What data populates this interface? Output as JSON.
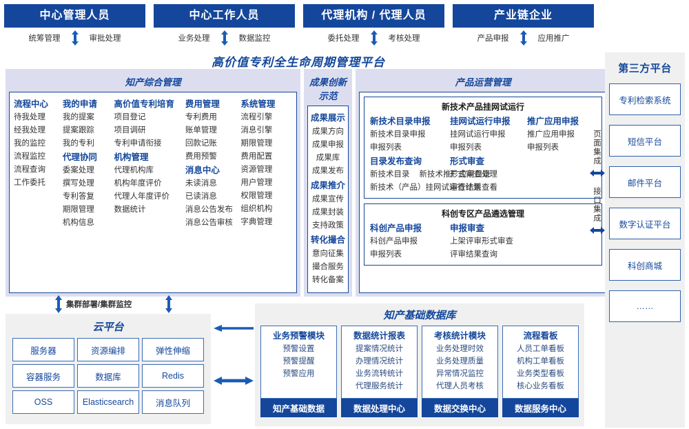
{
  "roles": [
    {
      "title": "中心管理人员",
      "left": "统筹管理",
      "right": "审批处理"
    },
    {
      "title": "中心工作人员",
      "left": "业务处理",
      "right": "数据监控"
    },
    {
      "title": "代理机构 / 代理人员",
      "left": "委托处理",
      "right": "考核处理"
    },
    {
      "title": "产业链企业",
      "left": "产品申报",
      "right": "应用推广"
    }
  ],
  "platform": {
    "title": "高价值专利全生命周期管理平台",
    "panels": {
      "ip_mgmt": {
        "title": "知产综合管理",
        "columns": [
          {
            "groups": [
              {
                "head": "流程中心",
                "items": [
                  "待我处理",
                  "经我处理",
                  "我的监控",
                  "流程监控",
                  "流程查询",
                  "工作委托"
                ]
              }
            ]
          },
          {
            "groups": [
              {
                "head": "我的申请",
                "items": [
                  "我的提案",
                  "提案跟踪",
                  "我的专利"
                ]
              },
              {
                "head": "代理协同",
                "items": [
                  "委案处理",
                  "撰写处理",
                  "专利答复",
                  "期限管理",
                  "机构信息"
                ]
              }
            ]
          },
          {
            "groups": [
              {
                "head": "高价值专利培育",
                "items": [
                  "项目登记",
                  "项目调研",
                  "专利申请衔接"
                ]
              },
              {
                "head": "机构管理",
                "items": [
                  "代理机构库",
                  "机构年度评价",
                  "代理人年度评价",
                  "数据统计"
                ]
              }
            ]
          },
          {
            "groups": [
              {
                "head": "费用管理",
                "items": [
                  "专利费用",
                  "账单管理",
                  "回款记账",
                  "费用预警"
                ]
              },
              {
                "head": "消息中心",
                "items": [
                  "未读消息",
                  "已读消息",
                  "消息公告发布",
                  "消息公告审核"
                ]
              }
            ]
          },
          {
            "groups": [
              {
                "head": "系统管理",
                "items": [
                  "流程引擎",
                  "消息引擎",
                  "期限管理",
                  "费用配置",
                  "资源管理",
                  "用户管理",
                  "权限管理",
                  "组织机构",
                  "字典管理"
                ]
              }
            ]
          }
        ]
      },
      "innovation": {
        "title": "成果创新示范",
        "groups": [
          {
            "head": "成果展示",
            "items": [
              "成果方向",
              "成果申报",
              "成果库",
              "成果发布"
            ]
          },
          {
            "head": "成果推介",
            "items": [
              "成果宣传",
              "成果封装",
              "支持政策"
            ]
          },
          {
            "head": "转化撮合",
            "items": [
              "意向征集",
              "撮合服务",
              "转化备案"
            ]
          }
        ]
      },
      "product_ops": {
        "title": "产品运营管理",
        "cards": [
          {
            "head": "新技术产品挂网试运行",
            "row1": [
              {
                "head": "新技术目录申报",
                "items": [
                  "新技术目录申报",
                  "申报列表"
                ]
              },
              {
                "head": "挂网试运行申报",
                "items": [
                  "挂网试运行申报",
                  "申报列表"
                ]
              },
              {
                "head": "推广应用申报",
                "items": [
                  "推广应用申报",
                  "申报列表"
                ]
              }
            ],
            "row2": [
              {
                "head": "目录发布查询",
                "inline": [
                  "新技术目录",
                  "新技术推广应用目录"
                ],
                "items": [
                  "新技术（产品）挂网试运行计划"
                ]
              },
              {
                "head": "形式审查",
                "items": [
                  "形式审查处理",
                  "审查结果查看"
                ]
              }
            ]
          },
          {
            "head": "科创专区产品遴选管理",
            "row1": [
              {
                "head": "科创产品申报",
                "items": [
                  "科创产品申报",
                  "申报列表"
                ]
              },
              {
                "head": "申报审查",
                "items": [
                  "上架评审形式审查",
                  "评审结果查询"
                ]
              }
            ]
          }
        ]
      }
    }
  },
  "integration": {
    "page": "页面集成",
    "api": "接口集成"
  },
  "third_party": {
    "title": "第三方平台",
    "items": [
      "专利检索系统",
      "短信平台",
      "邮件平台",
      "数字认证平台",
      "科创商城",
      "……"
    ]
  },
  "cluster_label": "集群部署/集群监控",
  "cloud": {
    "title": "云平台",
    "cells": [
      "服务器",
      "资源编排",
      "弹性伸缩",
      "容器服务",
      "数据库",
      "Redis",
      "OSS",
      "Elasticsearch",
      "消息队列"
    ]
  },
  "database": {
    "title": "知产基础数据库",
    "cards": [
      {
        "head": "业务预警模块",
        "items": [
          "预警设置",
          "预警提醒",
          "预警应用"
        ],
        "foot": "知产基础数据"
      },
      {
        "head": "数据统计报表",
        "items": [
          "提案情况统计",
          "办理情况统计",
          "业务流转统计",
          "代理服务统计"
        ],
        "foot": "数据处理中心"
      },
      {
        "head": "考核统计模块",
        "items": [
          "业务处理时效",
          "业务处理质量",
          "异常情况监控",
          "代理人员考核"
        ],
        "foot": "数据交换中心"
      },
      {
        "head": "流程看板",
        "items": [
          "人员工单看板",
          "机构工单看板",
          "业务类型看板",
          "核心业务看板"
        ],
        "foot": "数据服务中心"
      }
    ]
  },
  "colors": {
    "primary": "#14479b",
    "panel_bg": "#dcdef0",
    "section_bg": "#f0f0f0",
    "accent": "#3a6cb5"
  }
}
